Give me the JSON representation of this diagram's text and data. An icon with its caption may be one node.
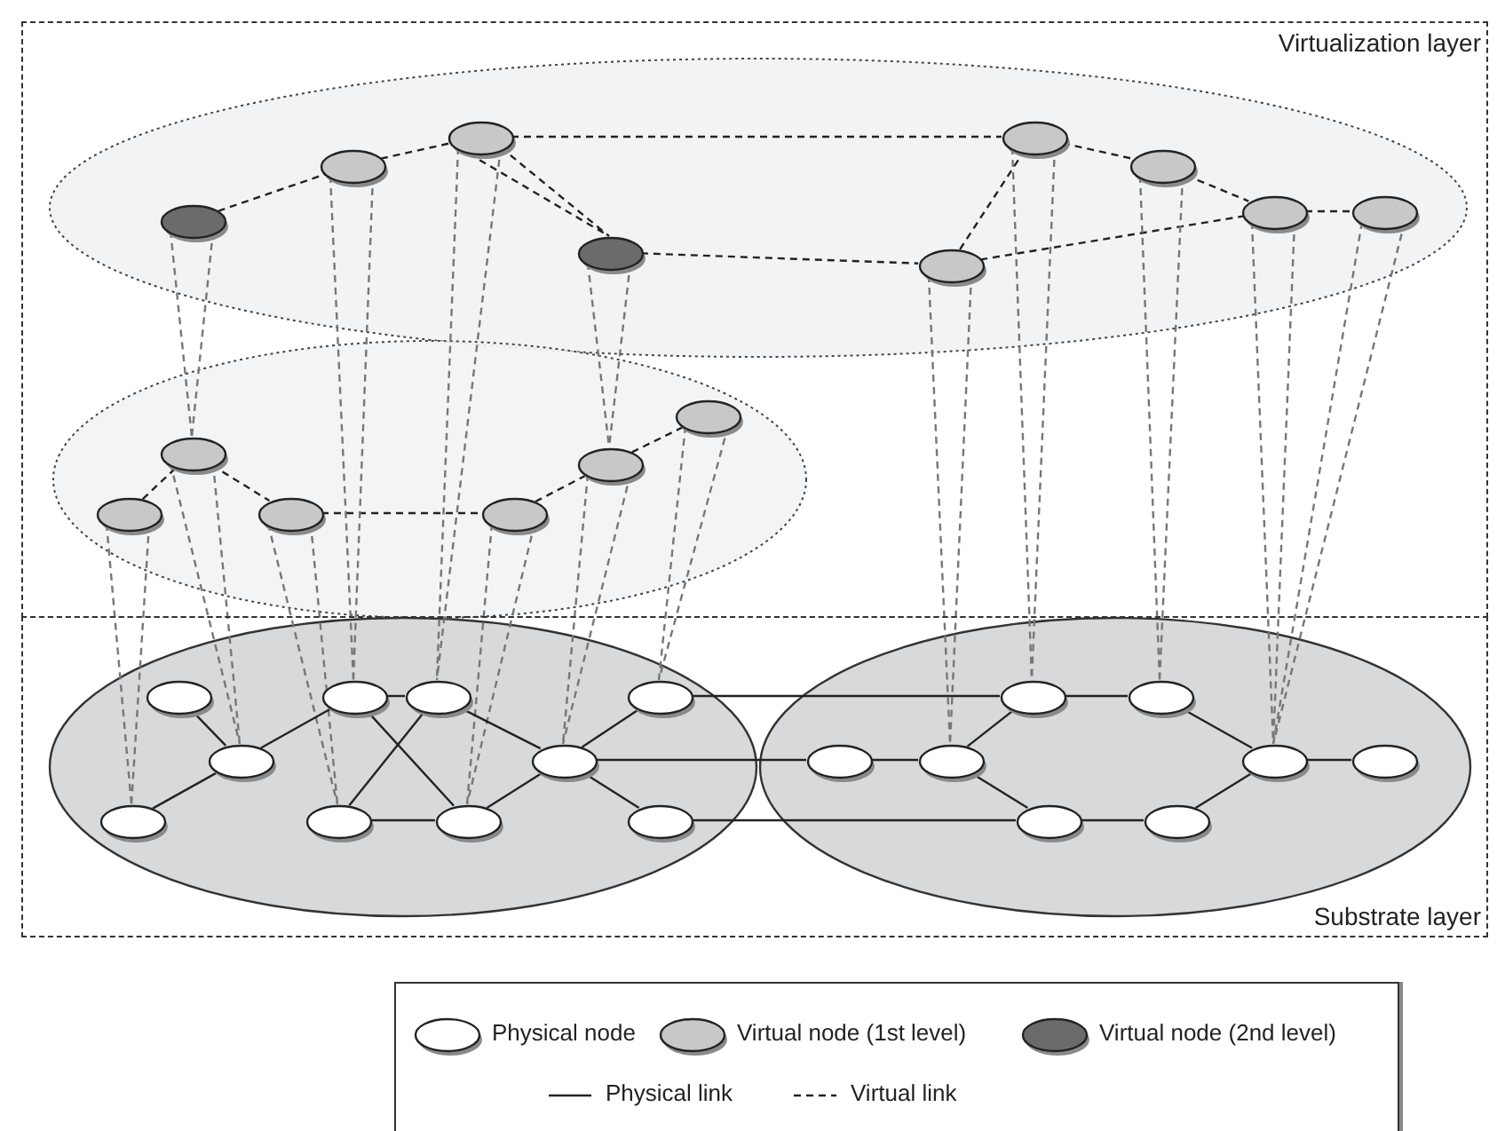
{
  "diagram": {
    "nodes": [
      {
        "text": [
          "Virtualization layer"
        ]
      },
      {
        "text": [],
        "shape": "ellipse",
        "in": 0
      },
      {
        "text": [],
        "shape": "ellipse",
        "in": 0
      },
      {
        "text": [],
        "shape": "ellipse",
        "in": 0
      },
      {
        "text": [],
        "shape": "ellipse",
        "in": 0
      },
      {
        "text": [],
        "shape": "ellipse",
        "in": 0
      },
      {
        "text": [],
        "shape": "ellipse",
        "in": 0
      },
      {
        "text": [],
        "shape": "ellipse",
        "in": 0
      },
      {
        "text": [],
        "shape": "ellipse",
        "in": 0
      },
      {
        "text": [],
        "shape": "ellipse",
        "in": 0
      },
      {
        "text": [],
        "shape": "ellipse",
        "in": 0
      },
      {
        "text": [],
        "shape": "ellipse",
        "in": 0
      },
      {
        "text": [],
        "shape": "ellipse",
        "in": 0
      },
      {
        "text": [],
        "shape": "ellipse",
        "in": 0
      },
      {
        "text": [],
        "shape": "ellipse",
        "in": 0
      },
      {
        "text": [],
        "shape": "ellipse",
        "in": 0
      },
      {
        "text": [
          "Substrate layer"
        ]
      },
      {
        "text": [],
        "shape": "ellipse",
        "in": 16
      },
      {
        "text": [],
        "shape": "ellipse",
        "in": 16
      },
      {
        "text": [],
        "shape": "ellipse",
        "in": 16
      },
      {
        "text": [],
        "shape": "ellipse",
        "in": 16
      },
      {
        "text": [],
        "shape": "ellipse",
        "in": 16
      },
      {
        "text": [],
        "shape": "ellipse",
        "in": 16
      },
      {
        "text": [],
        "shape": "ellipse",
        "in": 16
      },
      {
        "text": [],
        "shape": "ellipse",
        "in": 16
      },
      {
        "text": [],
        "shape": "ellipse",
        "in": 16
      },
      {
        "text": [],
        "shape": "ellipse",
        "in": 16
      },
      {
        "text": [],
        "shape": "ellipse",
        "in": 16
      },
      {
        "text": [],
        "shape": "ellipse",
        "in": 16
      },
      {
        "text": [],
        "shape": "ellipse",
        "in": 16
      },
      {
        "text": [],
        "shape": "ellipse",
        "in": 16
      },
      {
        "text": [],
        "shape": "ellipse",
        "in": 16
      },
      {
        "text": [],
        "shape": "ellipse",
        "in": 16
      },
      {
        "text": [],
        "shape": "ellipse",
        "in": 16
      },
      {
        "text": [],
        "shape": "ellipse",
        "in": 16
      }
    ],
    "edges": [
      {
        "from": 1,
        "to": 2,
        "arrow": "none",
        "style": "dashed"
      },
      {
        "from": 2,
        "to": 3,
        "arrow": "none",
        "style": "dashed"
      },
      {
        "from": 3,
        "to": 5,
        "arrow": "none",
        "style": "dashed"
      },
      {
        "from": 3,
        "to": 4,
        "arrow": "none",
        "style": "dashed"
      },
      {
        "from": 4,
        "to": 7,
        "arrow": "none",
        "style": "dashed"
      },
      {
        "from": 7,
        "to": 5,
        "arrow": "none",
        "style": "dashed"
      },
      {
        "from": 5,
        "to": 6,
        "arrow": "none",
        "style": "dashed"
      },
      {
        "from": 6,
        "to": 8,
        "arrow": "none",
        "style": "dashed"
      },
      {
        "from": 7,
        "to": 8,
        "arrow": "none",
        "style": "dashed"
      },
      {
        "from": 8,
        "to": 9,
        "arrow": "none",
        "style": "dashed"
      },
      {
        "from": 11,
        "to": 10,
        "arrow": "none",
        "style": "dashed"
      },
      {
        "from": 10,
        "to": 12,
        "arrow": "none",
        "style": "dashed"
      },
      {
        "from": 12,
        "to": 13,
        "arrow": "none",
        "style": "dashed"
      },
      {
        "from": 13,
        "to": 14,
        "arrow": "none",
        "style": "dashed"
      },
      {
        "from": 14,
        "to": 15,
        "arrow": "none",
        "style": "dashed"
      },
      {
        "from": 1,
        "to": 10,
        "arrow": "none",
        "style": "dashed",
        "color": "#777777"
      },
      {
        "from": 2,
        "to": 20,
        "arrow": "none",
        "style": "dashed",
        "color": "#777777"
      },
      {
        "from": 3,
        "to": 21,
        "arrow": "none",
        "style": "dashed",
        "color": "#777777"
      },
      {
        "from": 4,
        "to": 14,
        "arrow": "none",
        "style": "dashed",
        "color": "#777777"
      },
      {
        "from": 5,
        "to": 29,
        "arrow": "none",
        "style": "dashed",
        "color": "#777777"
      },
      {
        "from": 6,
        "to": 30,
        "arrow": "none",
        "style": "dashed",
        "color": "#777777"
      },
      {
        "from": 7,
        "to": 28,
        "arrow": "none",
        "style": "dashed",
        "color": "#777777"
      },
      {
        "from": 8,
        "to": 33,
        "arrow": "none",
        "style": "dashed",
        "color": "#777777"
      },
      {
        "from": 9,
        "to": 33,
        "arrow": "none",
        "style": "dashed",
        "color": "#777777"
      },
      {
        "from": 10,
        "to": 18,
        "arrow": "none",
        "style": "dashed",
        "color": "#777777"
      },
      {
        "from": 11,
        "to": 19,
        "arrow": "none",
        "style": "dashed",
        "color": "#777777"
      },
      {
        "from": 12,
        "to": 22,
        "arrow": "none",
        "style": "dashed",
        "color": "#777777"
      },
      {
        "from": 13,
        "to": 23,
        "arrow": "none",
        "style": "dashed",
        "color": "#777777"
      },
      {
        "from": 14,
        "to": 24,
        "arrow": "none",
        "style": "dashed",
        "color": "#777777"
      },
      {
        "from": 15,
        "to": 25,
        "arrow": "none",
        "style": "dashed",
        "color": "#777777"
      },
      {
        "from": 17,
        "to": 18,
        "arrow": "none"
      },
      {
        "from": 18,
        "to": 19,
        "arrow": "none"
      },
      {
        "from": 18,
        "to": 20,
        "arrow": "none"
      },
      {
        "from": 20,
        "to": 21,
        "arrow": "none"
      },
      {
        "from": 20,
        "to": 23,
        "arrow": "none"
      },
      {
        "from": 21,
        "to": 22,
        "arrow": "none"
      },
      {
        "from": 22,
        "to": 23,
        "arrow": "none"
      },
      {
        "from": 23,
        "to": 24,
        "arrow": "none"
      },
      {
        "from": 24,
        "to": 21,
        "arrow": "none"
      },
      {
        "from": 24,
        "to": 25,
        "arrow": "none"
      },
      {
        "from": 24,
        "to": 26,
        "arrow": "none"
      },
      {
        "from": 24,
        "to": 27,
        "arrow": "none"
      },
      {
        "from": 25,
        "to": 29,
        "arrow": "none"
      },
      {
        "from": 26,
        "to": 31,
        "arrow": "none"
      },
      {
        "from": 27,
        "to": 28,
        "arrow": "none"
      },
      {
        "from": 28,
        "to": 29,
        "arrow": "none"
      },
      {
        "from": 29,
        "to": 30,
        "arrow": "none"
      },
      {
        "from": 30,
        "to": 33,
        "arrow": "none"
      },
      {
        "from": 33,
        "to": 34,
        "arrow": "none"
      },
      {
        "from": 28,
        "to": 31,
        "arrow": "none"
      },
      {
        "from": 31,
        "to": 32,
        "arrow": "none"
      },
      {
        "from": 32,
        "to": 33,
        "arrow": "none"
      }
    ],
    "legend": [
      {
        "text": "Physical node"
      },
      {
        "text": "Virtual node (1st level)"
      },
      {
        "text": "Virtual node (2nd level)"
      },
      {
        "text": "Physical link"
      },
      {
        "text": "Virtual link"
      }
    ]
  }
}
